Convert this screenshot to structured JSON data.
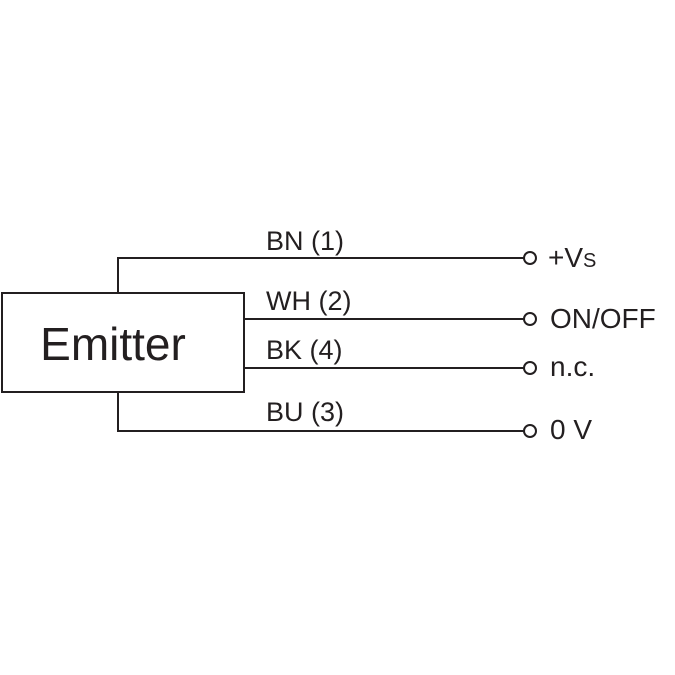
{
  "emitter": {
    "label": "Emitter"
  },
  "wires": [
    {
      "name": "BN (1)",
      "terminal": "+Vs",
      "terminal_main": "+V",
      "terminal_sub": "S"
    },
    {
      "name": "WH (2)",
      "terminal": "ON/OFF"
    },
    {
      "name": "BK (4)",
      "terminal": "n.c."
    },
    {
      "name": "BU (3)",
      "terminal": "0 V"
    }
  ],
  "colors": {
    "line": "#231f20",
    "text": "#231f20",
    "background": "#ffffff"
  }
}
